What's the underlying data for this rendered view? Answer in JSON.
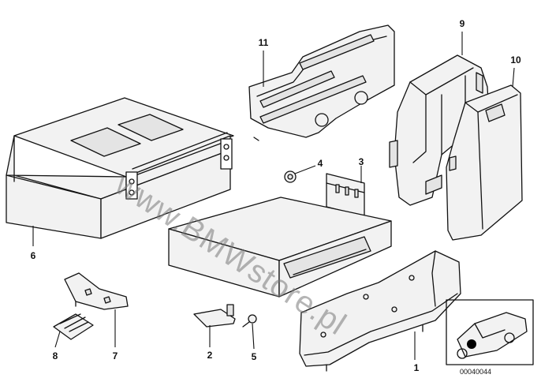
{
  "callouts": {
    "n1": "1",
    "n2": "2",
    "n3": "3",
    "n4": "4",
    "n5": "5",
    "n6": "6",
    "n7": "7",
    "n8": "8",
    "n9": "9",
    "n10": "10",
    "n11": "11"
  },
  "watermark": "www.BMWstore.pl",
  "diagram_code": "00040044",
  "colors": {
    "line": "#111111",
    "fill": "#f2f2f2",
    "watermark": "#787878",
    "marker": "#000000"
  }
}
